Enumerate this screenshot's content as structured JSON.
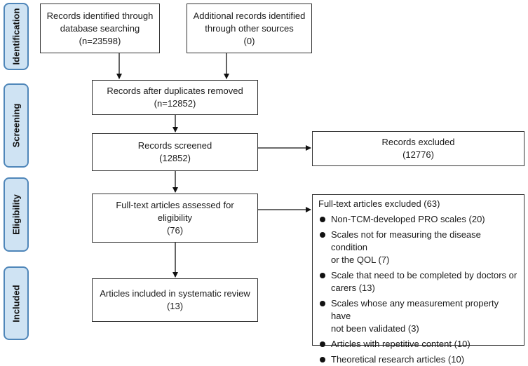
{
  "phases": {
    "identification": "Identification",
    "screening": "Screening",
    "eligibility": "Eligibility",
    "included": "Included"
  },
  "boxes": {
    "database": {
      "line1": "Records identified through",
      "line2": "database searching",
      "line3": "(n=23598)"
    },
    "other": {
      "line1": "Additional records identified",
      "line2": "through other sources",
      "line3": "(0)"
    },
    "duplicates": {
      "line1": "Records after duplicates removed",
      "line2": "(n=12852)"
    },
    "screened": {
      "line1": "Records screened",
      "line2": "(12852)"
    },
    "excluded": {
      "line1": "Records excluded",
      "line2": "(12776)"
    },
    "fulltext": {
      "line1": "Full-text articles assessed for",
      "line2": "eligibility",
      "line3": "(76)"
    },
    "included": {
      "line1": "Articles included in systematic review",
      "line2": "(13)"
    }
  },
  "fulltext_excluded": {
    "title": "Full-text articles excluded (63)",
    "items": [
      {
        "line1": "Non-TCM-developed PRO scales (20)",
        "line2": ""
      },
      {
        "line1": "Scales not for measuring the disease condition",
        "line2": "or the QOL (7)"
      },
      {
        "line1": "Scale that need to be completed by doctors or",
        "line2": "carers (13)"
      },
      {
        "line1": "Scales whose any measurement property have",
        "line2": "not been validated (3)"
      },
      {
        "line1": "Articles with repetitive content (10)",
        "line2": ""
      },
      {
        "line1": "Theoretical research articles (10)",
        "line2": ""
      }
    ]
  },
  "colors": {
    "phase_fill": "#cfe3f3",
    "phase_border": "#4f86b9",
    "line": "#111111"
  }
}
